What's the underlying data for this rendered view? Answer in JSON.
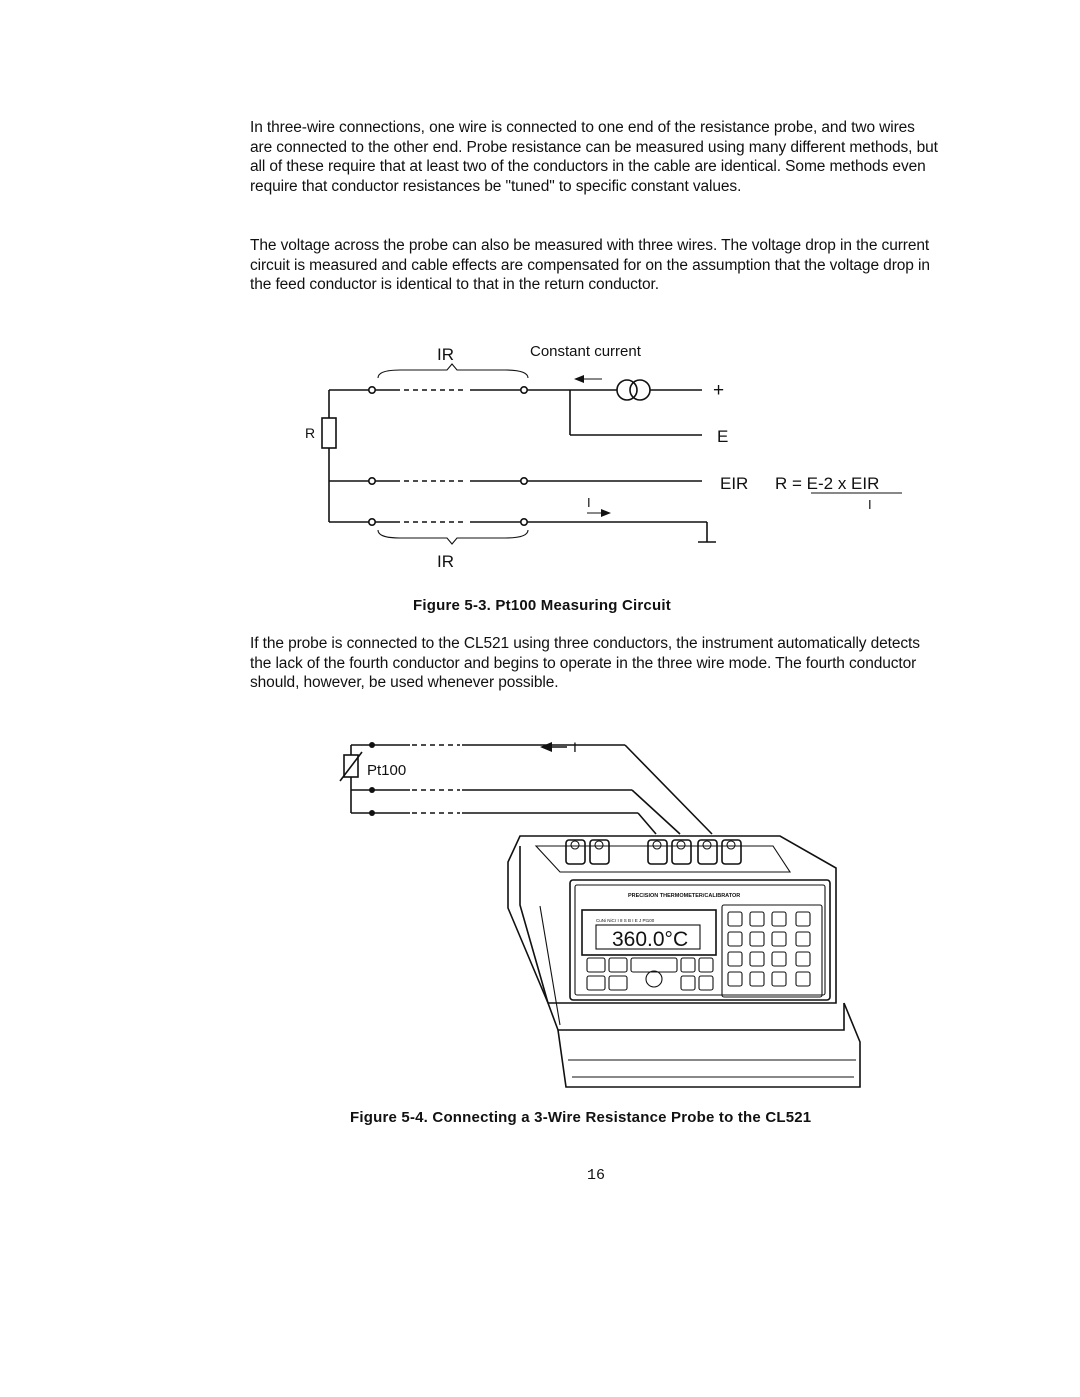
{
  "paragraphs": {
    "p1": "In three-wire connections, one wire is connected to one end of the resistance probe, and two wires are connected to the other end.  Probe resistance can be measured using many different methods, but all of these require that at least two of the conductors in the cable are identical.  Some methods even require that conductor resistances be \"tuned\" to specific constant values.",
    "p2": "The voltage across the probe can also be measured with three wires.  The voltage drop in the current circuit is measured and cable effects are compensated for on the assumption that the voltage drop in the feed conductor is identical to that in the return conductor.",
    "p3": "If the probe is connected to the CL521 using three conductors, the instrument automatically detects the lack of the fourth conductor and begins to operate in the three wire mode.  The fourth conductor should, however, be used whenever possible."
  },
  "figure3": {
    "caption": "Figure 5-3.  Pt100 Measuring Circuit",
    "labels": {
      "ir_top": "IR",
      "constant_current": "Constant  current",
      "plus": "+",
      "r": "R",
      "e": "E",
      "eir": "EIR",
      "formula": "R = E-2 x EIR",
      "formula_denominator": "I",
      "i": "I",
      "ir_bottom": "IR"
    }
  },
  "figure4": {
    "caption": "Figure 5-4.  Connecting a 3-Wire Resistance Probe to the CL521",
    "labels": {
      "current": "I",
      "sensor": "Pt100",
      "device_title": "PRECISION THERMOMETER/CALIBRATOR",
      "display_value": "360.0°C",
      "scale_row": "CuNi NiCr  I  8  S  B  I  E  J  Pt100"
    }
  },
  "page_number": "16"
}
